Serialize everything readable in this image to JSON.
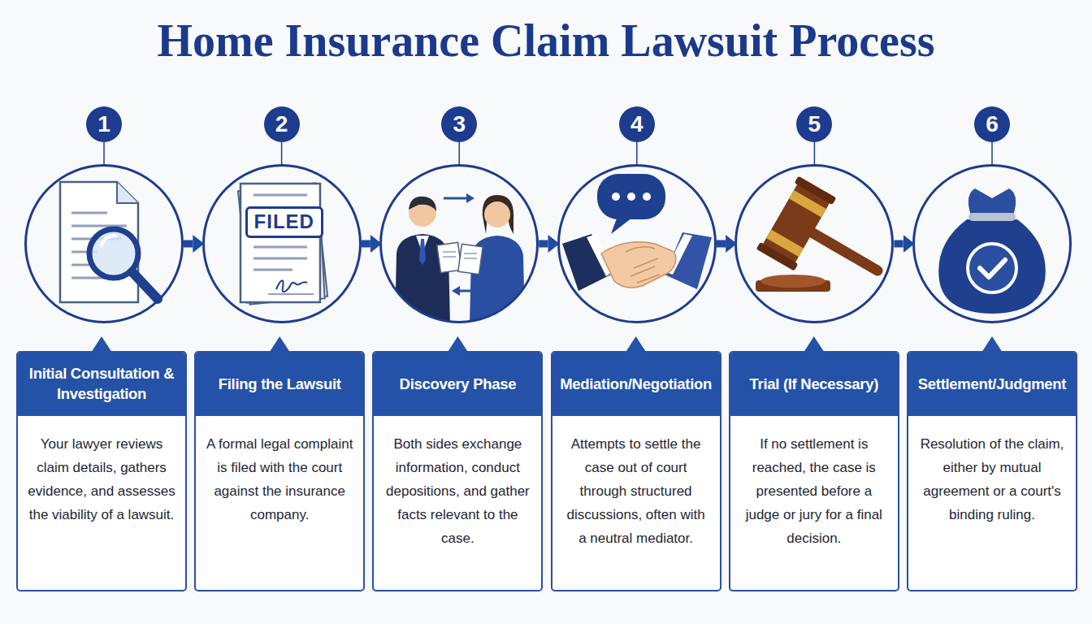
{
  "diagram": {
    "title": "Home Insurance Claim Lawsuit Process",
    "nodes": [
      {
        "text": [
          "1"
        ]
      },
      {
        "text": [
          "2",
          "FILED"
        ]
      },
      {
        "text": [
          "3"
        ]
      },
      {
        "text": [
          "4"
        ]
      },
      {
        "text": [
          "5"
        ]
      },
      {
        "text": [
          "6"
        ]
      },
      {
        "text": [
          "Initial Consultation & Investigation",
          "Your lawyer reviews claim details, gathers evidence, and assesses the viability of a lawsuit."
        ]
      },
      {
        "text": [
          "Filing the Lawsuit",
          "A formal legal complaint is filed with the court against the insurance company."
        ]
      },
      {
        "text": [
          "Discovery Phase",
          "Both sides exchange information, conduct depositions, and gather facts relevant to the case."
        ]
      },
      {
        "text": [
          "Mediation/Negotiation",
          "Attempts to settle the case out of court through structured discussions, often with a neutral mediator."
        ]
      },
      {
        "text": [
          "Trial (If Necessary)",
          "If no settlement is reached, the case is presented before a judge or jury for a final decision."
        ]
      },
      {
        "text": [
          "Settlement/Judgment",
          "Resolution of the claim, either by mutual agreement or a court's binding ruling."
        ]
      }
    ],
    "edges": [
      {
        "from": 0,
        "to": 1,
        "arrow": "to"
      },
      {
        "from": 1,
        "to": 2,
        "arrow": "to"
      },
      {
        "from": 2,
        "to": 3,
        "arrow": "to"
      },
      {
        "from": 3,
        "to": 4,
        "arrow": "to"
      },
      {
        "from": 4,
        "to": 5,
        "arrow": "to"
      }
    ]
  }
}
